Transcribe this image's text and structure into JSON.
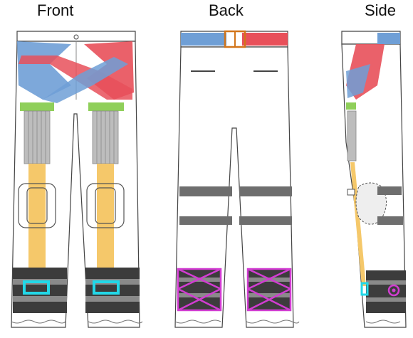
{
  "views": {
    "front": "Front",
    "back": "Back",
    "side": "Side"
  },
  "colors": {
    "blue_strap": "#6f9fd6",
    "red_strap": "#e8505a",
    "green_pad": "#8fcf5a",
    "gray_spring": "#bdbdbd",
    "yellow_strut": "#f5c86a",
    "dark_band": "#3c3c3c",
    "cyan_marker": "#22d8e8",
    "magenta_marker": "#d23cd2",
    "orange_buckle": "#d2751a"
  }
}
